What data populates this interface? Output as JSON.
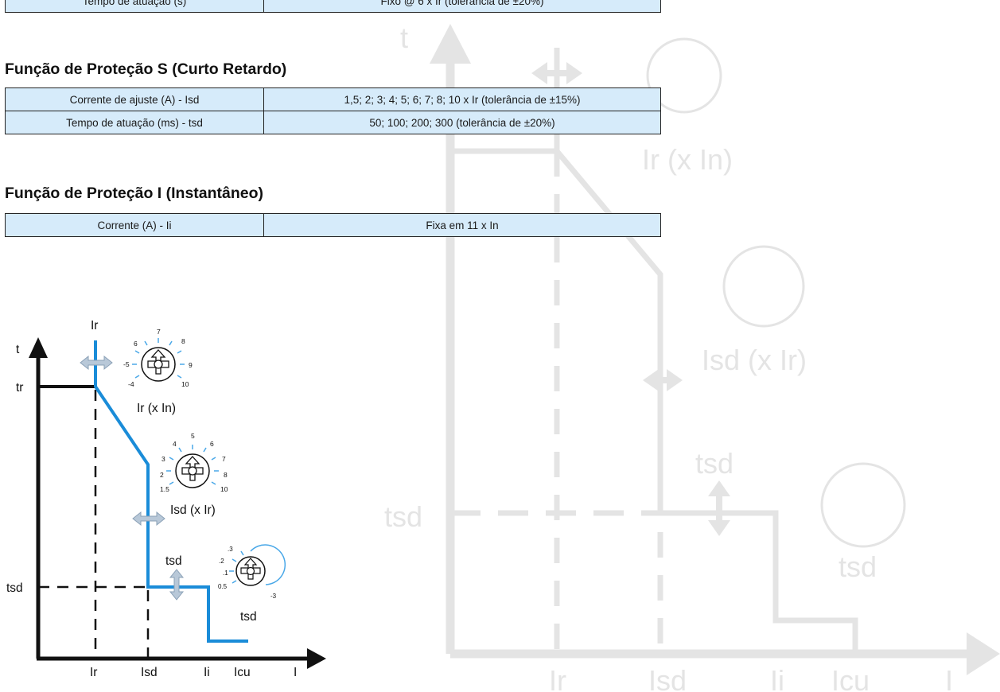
{
  "top_table": {
    "rows": [
      {
        "label": "Tempo de atuação (s)",
        "value": "Fixo @ 6 x Ir (tolerância de ±20%)"
      }
    ]
  },
  "section_s": {
    "title": "Função de Proteção S (Curto Retardo)",
    "rows": [
      {
        "label": "Corrente de ajuste (A) - Isd",
        "value": "1,5; 2; 3; 4; 5; 6; 7; 8; 10 x Ir (tolerância de ±15%)"
      },
      {
        "label": "Tempo de atuação (ms) - tsd",
        "value": "50; 100; 200; 300 (tolerância de ±20%)"
      }
    ]
  },
  "section_i": {
    "title": "Função de Proteção I (Instantâneo)",
    "rows": [
      {
        "label": "Corrente (A) - Ii",
        "value": "Fixa em 11 x In"
      }
    ]
  },
  "diagram": {
    "axis_t": "t",
    "axis_i": "I",
    "y_tr": "tr",
    "y_tsd": "tsd",
    "top_ir": "Ir",
    "x_ir": "Ir",
    "x_isd": "Isd",
    "x_ii": "Ii",
    "x_icu": "Icu",
    "label_tsd_arrow": "tsd",
    "dial_ir": {
      "caption": "Ir (x In)",
      "ticks": [
        "-4",
        "-5",
        "6",
        "7",
        "8",
        "9",
        "10"
      ]
    },
    "dial_isd": {
      "caption": "Isd (x Ir)",
      "ticks": [
        "1.5",
        "2",
        "3",
        "4",
        "5",
        "6",
        "7",
        "8",
        "10"
      ]
    },
    "dial_tsd": {
      "caption": "tsd",
      "ticks": [
        "0.5",
        ".1",
        ".2",
        ".3",
        "-3"
      ]
    },
    "colors": {
      "curve": "#1a8cd8",
      "axes": "#111111",
      "arrow": "#9fb4c8",
      "ghost": "#e4e4e4",
      "table_fill": "#d6ebfa"
    }
  }
}
